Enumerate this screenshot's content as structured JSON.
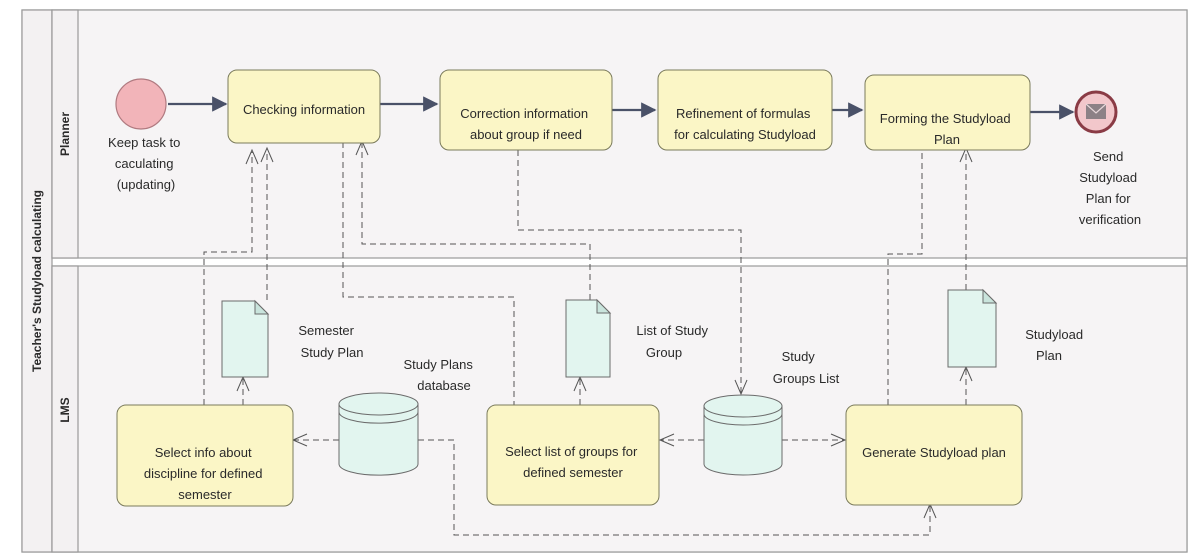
{
  "pool": {
    "label": "Teacher's Studyload calculating"
  },
  "lanes": {
    "planner": "Planner",
    "lms": "LMS"
  },
  "events": {
    "start": {
      "lines": [
        "Keep task to",
        "caculating",
        "(updating)"
      ]
    },
    "end": {
      "lines": [
        "Send",
        "Studyload",
        "Plan for",
        "verification"
      ]
    }
  },
  "tasks": {
    "checking": {
      "lines": [
        "Checking information"
      ]
    },
    "correction": {
      "lines": [
        "Correction information",
        "about group if need"
      ]
    },
    "refinement": {
      "lines": [
        "Refinement of formulas",
        "for calculating Studyload"
      ]
    },
    "forming": {
      "lines": [
        "Forming the Studyload",
        "Plan"
      ]
    },
    "select_info": {
      "lines": [
        "Select info about",
        "discipline for defined",
        "semester"
      ]
    },
    "select_groups": {
      "lines": [
        "Select list of groups for",
        "defined semester"
      ]
    },
    "generate": {
      "lines": [
        "Generate Studyload plan"
      ]
    }
  },
  "artifacts": {
    "semester_plan": {
      "lines": [
        "Semester",
        "Study Plan"
      ]
    },
    "list_groups": {
      "lines": [
        "List of Study",
        "Group"
      ]
    },
    "studyload_plan": {
      "lines": [
        "Studyload",
        "Plan"
      ]
    },
    "db_plans": {
      "lines": [
        "Study Plans",
        "database"
      ]
    },
    "db_groups": {
      "lines": [
        "Study",
        "Groups List"
      ]
    }
  },
  "colors": {
    "task_fill": "#fbf6c6",
    "artifact_fill": "#e2f5ef",
    "start_fill": "#f2b4b9",
    "end_stroke": "#8a3b45",
    "flow_stroke": "#4a5168"
  },
  "icons": {
    "end_event": "envelope-icon"
  }
}
